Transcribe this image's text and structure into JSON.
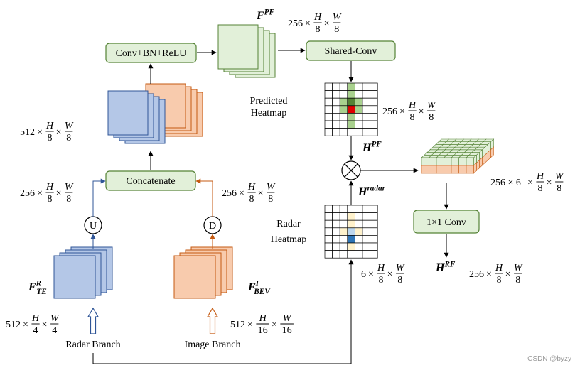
{
  "nodes": {
    "conv_bn_relu": "Conv+BN+ReLU",
    "shared_conv": "Shared-Conv",
    "concatenate": "Concatenate",
    "conv1x1": "1×1 Conv",
    "upsample": "U",
    "downsample": "D"
  },
  "labels": {
    "predicted_heatmap": [
      "Predicted",
      "Heatmap"
    ],
    "radar_heatmap": [
      "Radar",
      "Heatmap"
    ],
    "radar_branch": "Radar Branch",
    "image_branch": "Image Branch"
  },
  "symbols": {
    "F_PF": {
      "base": "F",
      "sup": "PF"
    },
    "H_PF": {
      "base": "H",
      "sup": "PF"
    },
    "H_radar": {
      "base": "H",
      "sup": "radar"
    },
    "H_RF": {
      "base": "H",
      "sup": "RF"
    },
    "F_TE_R": {
      "base": "F",
      "sup": "R",
      "sub": "TE"
    },
    "F_BEV_I": {
      "base": "F",
      "sup": "I",
      "sub": "BEV"
    }
  },
  "dims": {
    "d_FPF": {
      "c": "256",
      "a": [
        "H",
        "8"
      ],
      "b": [
        "W",
        "8"
      ]
    },
    "d_concat": {
      "c": "512",
      "a": [
        "H",
        "8"
      ],
      "b": [
        "W",
        "8"
      ]
    },
    "d_radar_ds": {
      "c": "256",
      "a": [
        "H",
        "8"
      ],
      "b": [
        "W",
        "8"
      ]
    },
    "d_image_ds": {
      "c": "256",
      "a": [
        "H",
        "8"
      ],
      "b": [
        "W",
        "8"
      ]
    },
    "d_pred": {
      "c": "256",
      "a": [
        "H",
        "8"
      ],
      "b": [
        "W",
        "8"
      ]
    },
    "d_hrf": {
      "c": "256",
      "a": [
        "H",
        "8"
      ],
      "b": [
        "W",
        "8"
      ]
    },
    "d_radar_hm": {
      "c": "6",
      "a": [
        "H",
        "8"
      ],
      "b": [
        "W",
        "8"
      ]
    },
    "d_fused": {
      "c": "256 × 6",
      "a": [
        "H",
        "8"
      ],
      "b": [
        "W",
        "8"
      ]
    },
    "d_radar_in": {
      "c": "512",
      "a": [
        "H",
        "4"
      ],
      "b": [
        "W",
        "4"
      ]
    },
    "d_image_in": {
      "c": "512",
      "a": [
        "H",
        "16"
      ],
      "b": [
        "W",
        "16"
      ]
    }
  },
  "colors": {
    "blue_fill": "#b4c7e7",
    "blue_stroke": "#2f5597",
    "orange_fill": "#f8cbad",
    "orange_stroke": "#c55a11",
    "green_fill": "#e2f0d9",
    "green_stroke": "#548235",
    "heat_green_light": "#a9d18e",
    "heat_green_dark": "#548235",
    "heat_red": "#e00000",
    "heat_yellow": "#fff2cc",
    "heat_blue_light": "#bdd7ee",
    "heat_blue_dark": "#2e75b6"
  },
  "watermark": "CSDN @byzy"
}
